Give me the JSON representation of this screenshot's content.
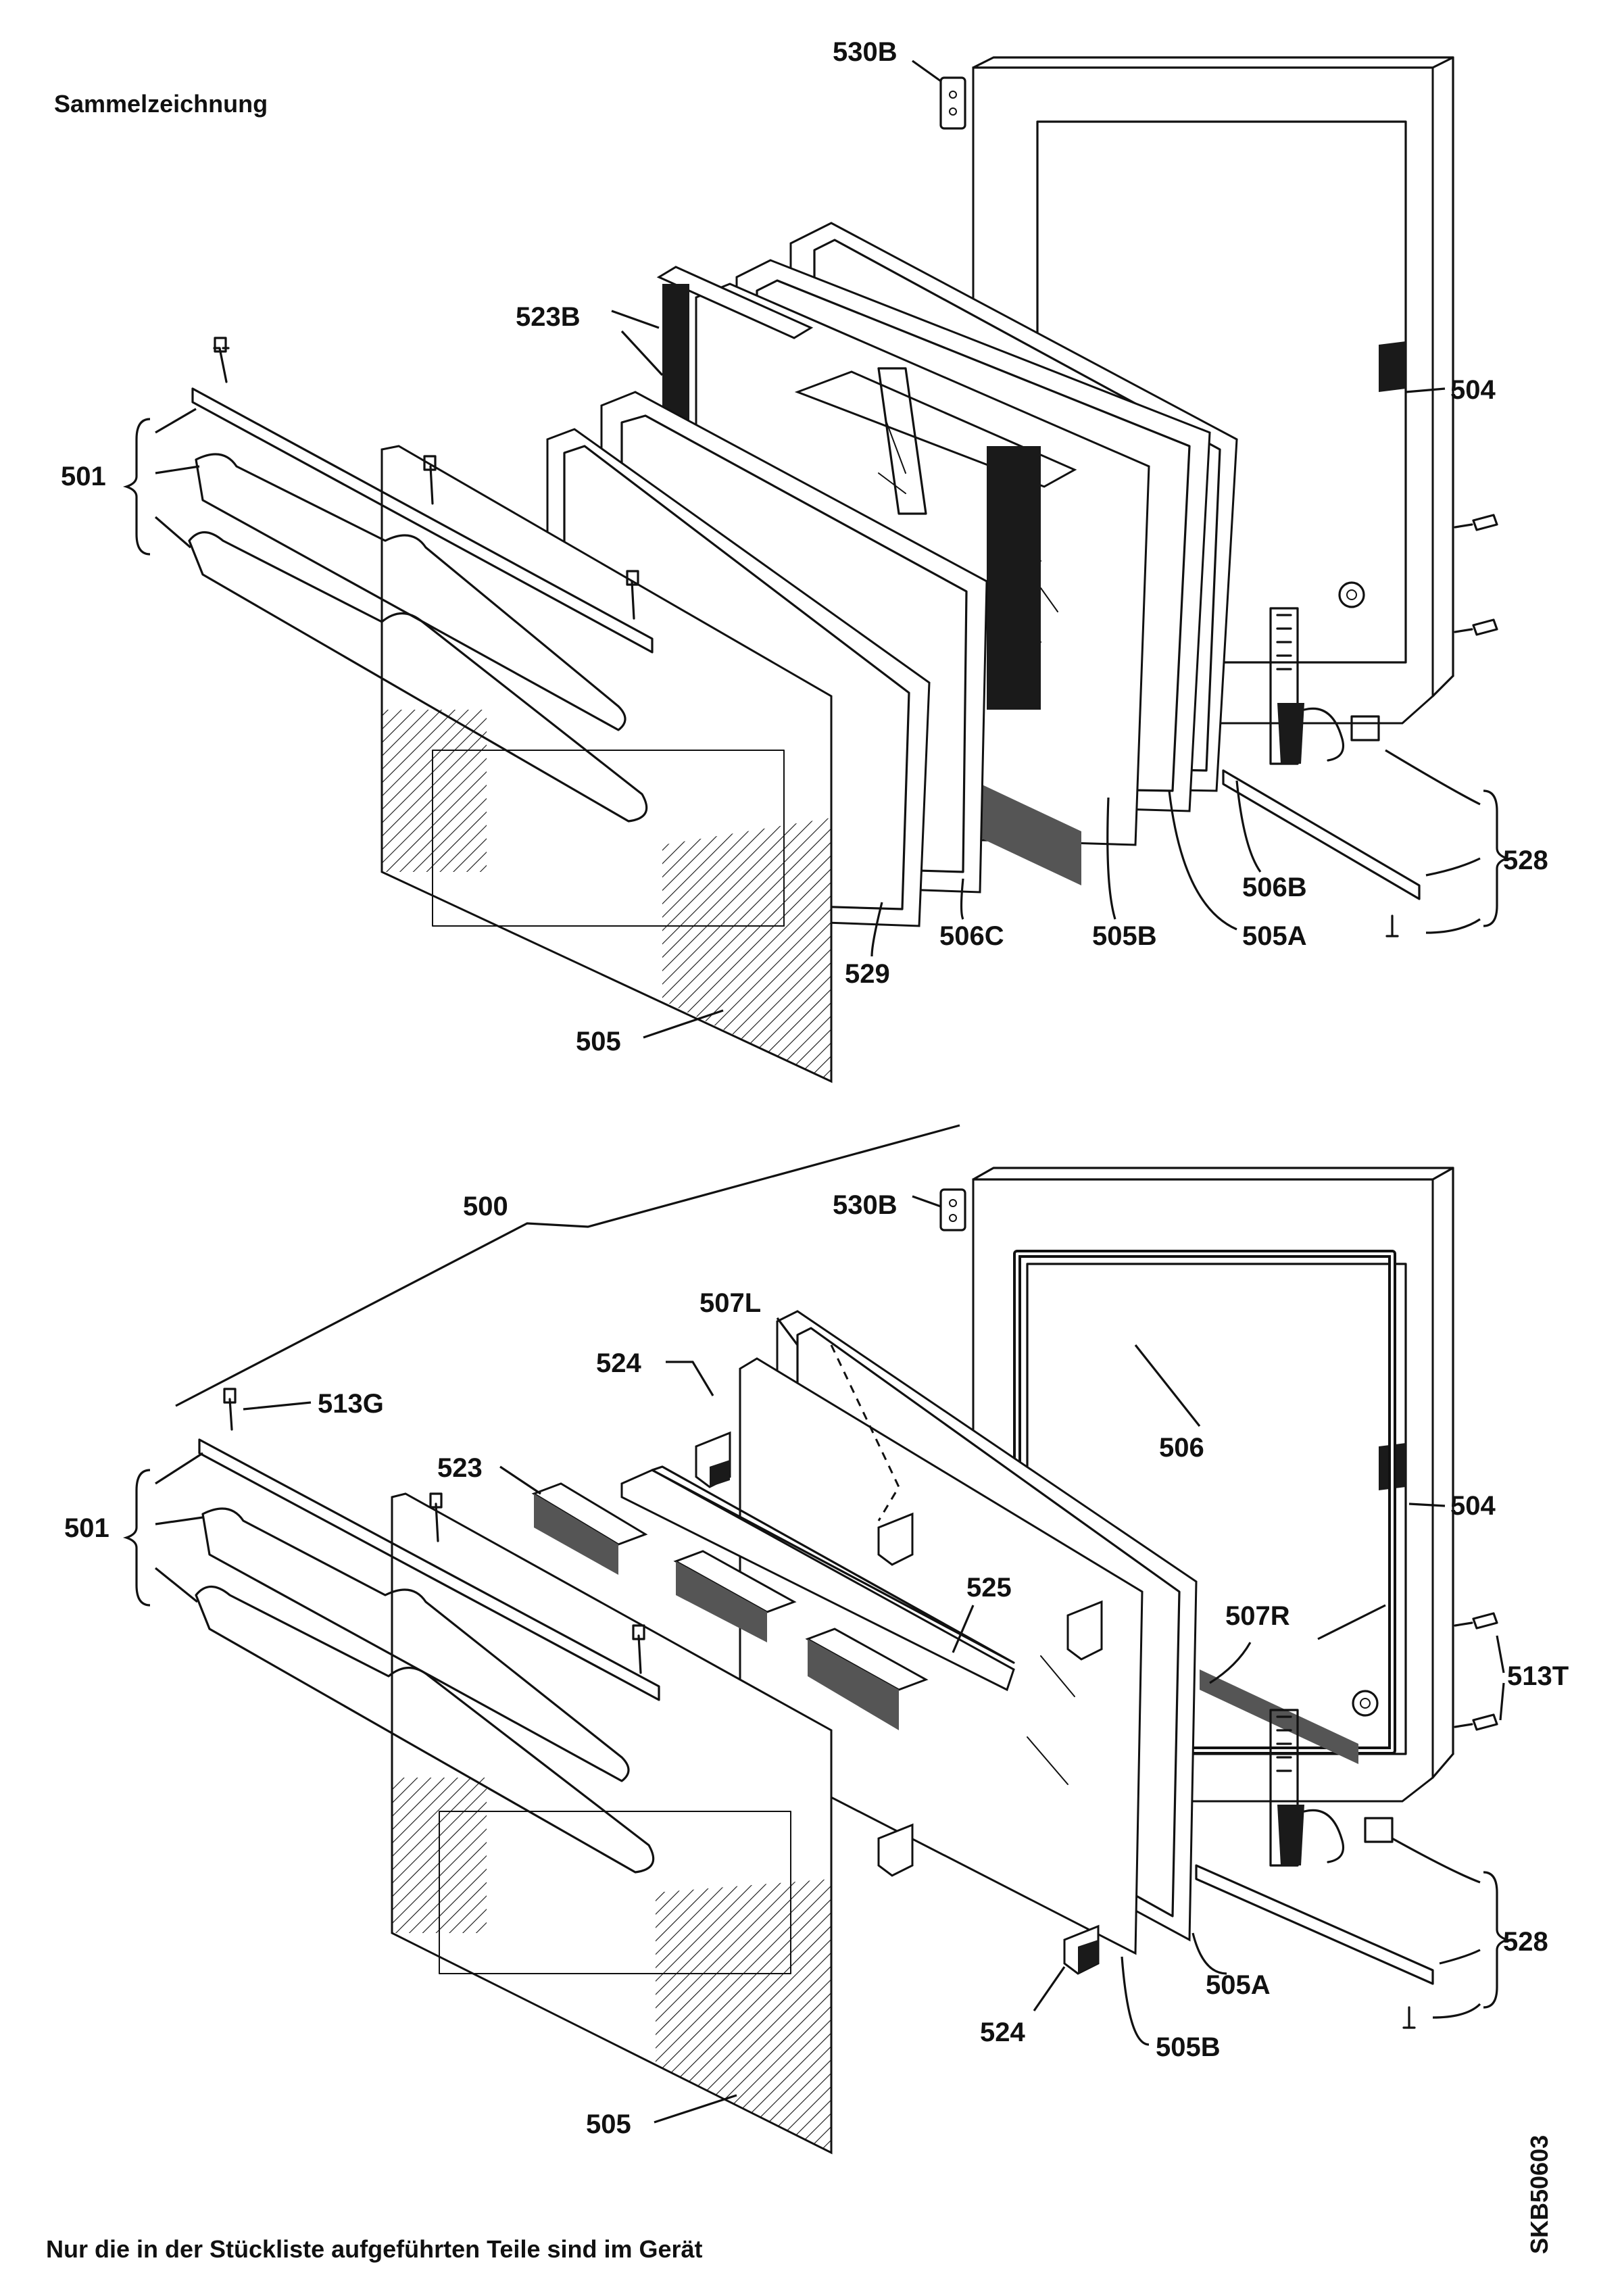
{
  "header": {
    "title": "Sammelzeichnung"
  },
  "footer": {
    "note": "Nur die in der Stückliste aufgeführten Teile sind im Gerät",
    "drawing_code": "SKB50603"
  },
  "top_view": {
    "labels": {
      "p530B": "530B",
      "p523B": "523B",
      "p504": "504",
      "p501": "501",
      "p528": "528",
      "p506B": "506B",
      "p506C": "506C",
      "p505B": "505B",
      "p505A": "505A",
      "p529": "529",
      "p505": "505"
    }
  },
  "bottom_view": {
    "labels": {
      "p500": "500",
      "p530B": "530B",
      "p507L": "507L",
      "p524a": "524",
      "p513G": "513G",
      "p523": "523",
      "p506": "506",
      "p504": "504",
      "p501": "501",
      "p525": "525",
      "p507R": "507R",
      "p513T": "513T",
      "p528": "528",
      "p505A": "505A",
      "p524b": "524",
      "p505B": "505B",
      "p505": "505"
    }
  }
}
